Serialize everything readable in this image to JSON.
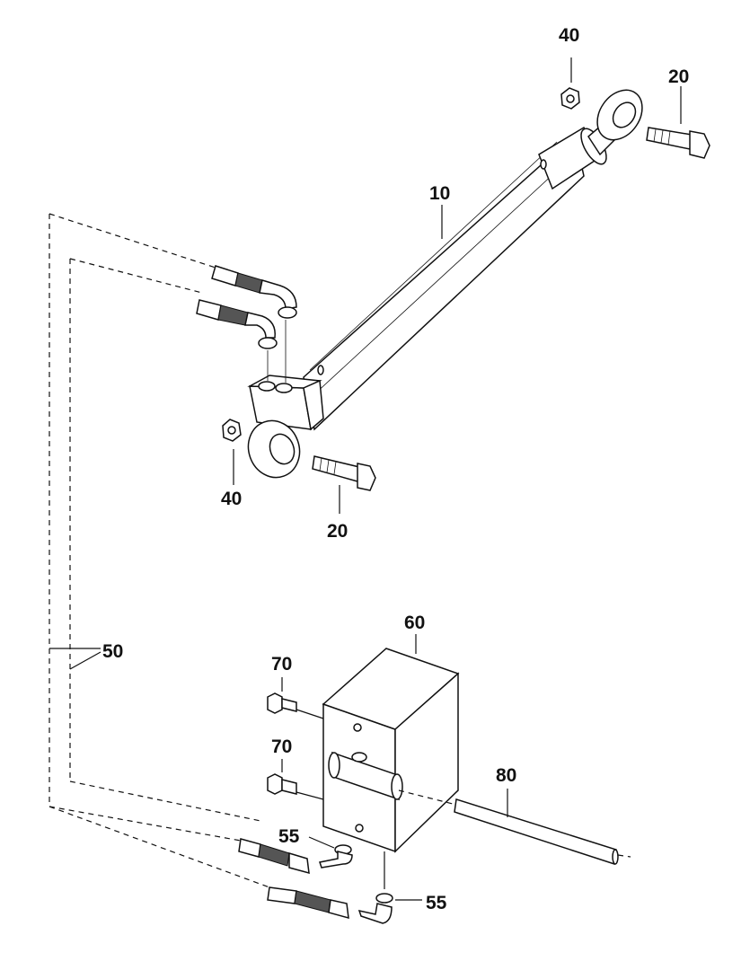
{
  "labels": {
    "cylinder": "10",
    "bolt_top": "20",
    "bolt_bottom": "20",
    "nut_top": "40",
    "nut_bottom": "40",
    "hoses": "50",
    "elbow_left": "55",
    "elbow_right": "55",
    "valve_block": "60",
    "screw_top": "70",
    "screw_bottom": "70",
    "pin": "80"
  }
}
